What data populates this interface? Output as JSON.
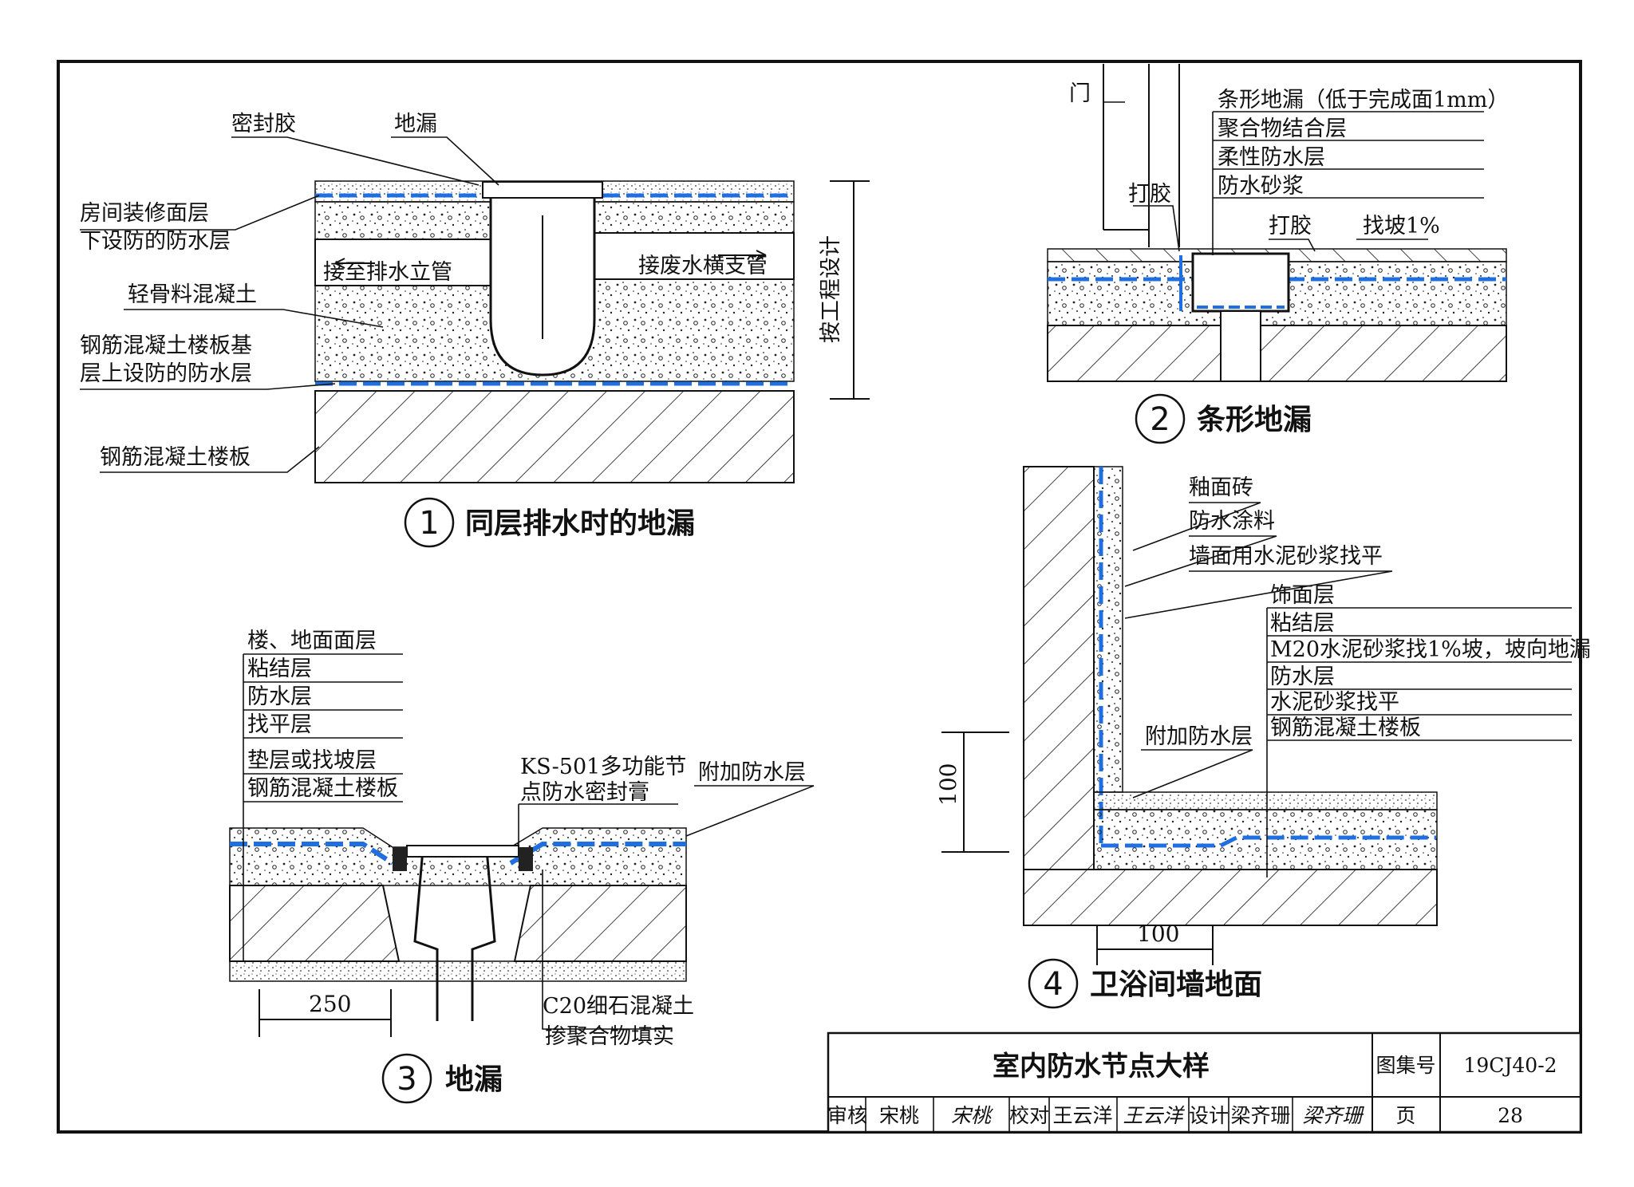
{
  "colors": {
    "line": "#111111",
    "waterproof": "#1f6fe0",
    "background": "#ffffff"
  },
  "detail1": {
    "caption_number": "1",
    "caption": "同层排水时的地漏",
    "labels": {
      "sealant": "密封胶",
      "floor_drain": "地漏",
      "finish_line1": "房间装修面层",
      "finish_line2": "下设防的防水层",
      "connect_stack": "接至排水立管",
      "connect_branch": "接废水横支管",
      "lightweight_concrete": "轻骨料混凝土",
      "slab_wp_line1": "钢筋混凝土楼板基",
      "slab_wp_line2": "层上设防的防水层",
      "rc_slab": "钢筋混凝土楼板",
      "per_design": "按工程设计"
    }
  },
  "detail2": {
    "caption_number": "2",
    "caption": "条形地漏",
    "labels": {
      "door": "门",
      "strip_drain": "条形地漏（低于完成面1mm）",
      "polymer_bond": "聚合物结合层",
      "flexible_wp": "柔性防水层",
      "wp_mortar": "防水砂浆",
      "glue_left": "打胶",
      "glue_right": "打胶",
      "slope": "找坡1%"
    }
  },
  "detail3": {
    "caption_number": "3",
    "caption": "地漏",
    "layers": [
      "楼、地面面层",
      "粘结层",
      "防水层",
      "找平层",
      "垫层或找坡层",
      "钢筋混凝土楼板"
    ],
    "labels": {
      "ks501_line1": "KS-501多功能节",
      "ks501_line2": "点防水密封膏",
      "additional_wp": "附加防水层",
      "c20_line1": "C20细石混凝土",
      "c20_line2": "掺聚合物填实",
      "dim_250": "250"
    }
  },
  "detail4": {
    "caption_number": "4",
    "caption": "卫浴间墙地面",
    "wall_labels": [
      "釉面砖",
      "防水涂料",
      "墙面用水泥砂浆找平"
    ],
    "floor_layers": [
      "饰面层",
      "粘结层",
      "M20水泥砂浆找1%坡，坡向地漏",
      "防水层",
      "水泥砂浆找平",
      "钢筋混凝土楼板"
    ],
    "labels": {
      "additional_wp": "附加防水层",
      "dim_100_v": "100",
      "dim_100_h": "100"
    }
  },
  "title_block": {
    "title": "室内防水节点大样",
    "atlas_label": "图集号",
    "atlas_no": "19CJ40-2",
    "review_label": "审核",
    "reviewer": "宋桃",
    "reviewer_sig": "宋桃",
    "check_label": "校对",
    "checker": "王云洋",
    "checker_sig": "王云洋",
    "design_label": "设计",
    "designer": "梁齐珊",
    "designer_sig": "梁齐珊",
    "page_label": "页",
    "page_no": "28"
  }
}
